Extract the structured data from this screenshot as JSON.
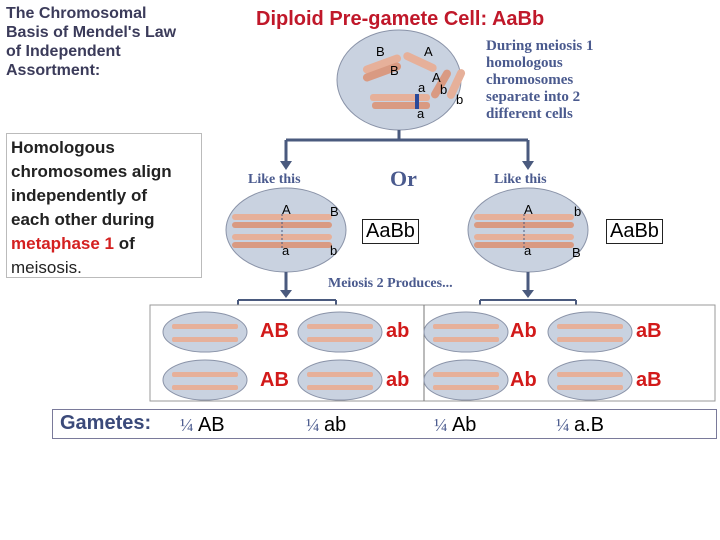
{
  "title": {
    "line1": "The Chromosomal",
    "line2": "Basis of Mendel's Law",
    "line3": "of Independent",
    "line4": "Assortment:"
  },
  "main_title": "Diploid Pre-gamete Cell:  AaBb",
  "during_note": {
    "line1": "During meiosis 1",
    "line2": "homologous",
    "line3": "chromosomes",
    "line4": "separate into 2",
    "line5": "different cells"
  },
  "homologous_box": {
    "line1": "Homologous",
    "line2": "chromosomes align",
    "line3": "independently of",
    "line4": "each other during",
    "highlight": "metaphase 1",
    "line5_rest": " of",
    "line6": "meisosis."
  },
  "like_this_left": "Like this",
  "or_label": "Or",
  "like_this_right": "Like this",
  "meiosis2": "Meiosis 2 Produces...",
  "left_cell_genotype": "AaBb",
  "right_cell_genotype": "AaBb",
  "allele_labels": {
    "top_B1": "B",
    "top_A1": "A",
    "top_B2": "B",
    "top_A2": "A",
    "top_a1": "a",
    "top_b1": "b",
    "top_b2": "b",
    "top_a2": "a",
    "l_A": "A",
    "l_B": "B",
    "l_a": "a",
    "l_b": "b",
    "r_A": "A",
    "r_b": "b",
    "r_a": "a",
    "r_B": "B"
  },
  "gamete_results": {
    "row1": [
      "AB",
      "ab",
      "Ab",
      "aB"
    ],
    "row2": [
      "AB",
      "ab",
      "Ab",
      "aB"
    ]
  },
  "gametes": {
    "label": "Gametes:",
    "items": [
      {
        "fraction": "¼",
        "allele": "AB"
      },
      {
        "fraction": "¼",
        "allele": "ab"
      },
      {
        "fraction": "¼",
        "allele": "Ab"
      },
      {
        "fraction": "¼",
        "allele": "a.B"
      }
    ]
  },
  "colors": {
    "cell_fill": "#c9d2e0",
    "chrom": "#e6b09a",
    "chrom_dark": "#b8735a",
    "arrow": "#4a5a7e",
    "red": "#c0182a"
  }
}
